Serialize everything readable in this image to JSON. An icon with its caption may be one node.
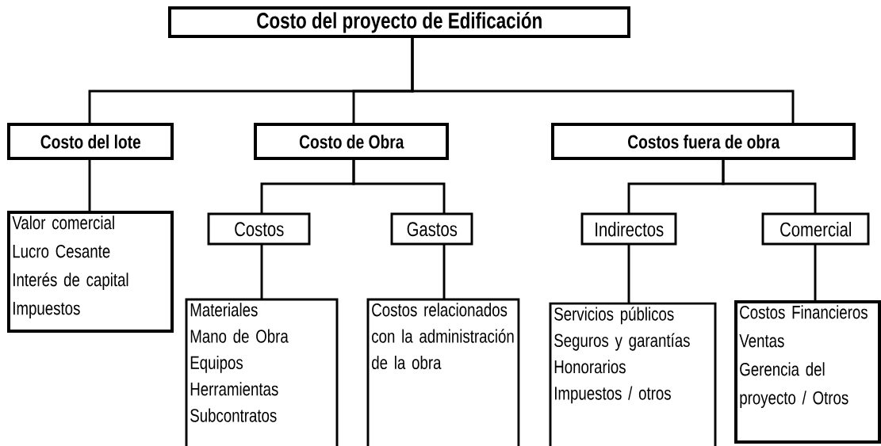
{
  "diagram": {
    "nodes": [
      {
        "text": [
          "Costo del proyecto de Edificación"
        ]
      },
      {
        "text": [
          "Costo del lote"
        ]
      },
      {
        "text": [
          "Costo de Obra"
        ]
      },
      {
        "text": [
          "Costos fuera de obra"
        ]
      },
      {
        "text": [
          "Valor comercial",
          "Lucro Cesante",
          "Interés de capital",
          "Impuestos"
        ]
      },
      {
        "text": [
          "Costos"
        ]
      },
      {
        "text": [
          "Gastos"
        ]
      },
      {
        "text": [
          "Materiales",
          "Mano de Obra",
          "Equipos",
          "Herramientas",
          "Subcontratos"
        ]
      },
      {
        "text": [
          "Costos relacionados con la administración de la obra"
        ]
      },
      {
        "text": [
          "Indirectos"
        ]
      },
      {
        "text": [
          "Comercial"
        ]
      },
      {
        "text": [
          "Servicios públicos",
          "Seguros y garantías",
          "Honorarios",
          "Impuestos / otros"
        ]
      },
      {
        "text": [
          "Costos Financieros",
          "Ventas",
          "Gerencia del proyecto / Otros"
        ]
      }
    ],
    "edges": [
      {
        "from": 0,
        "to": 1,
        "arrow": "none"
      },
      {
        "from": 0,
        "to": 2,
        "arrow": "none"
      },
      {
        "from": 0,
        "to": 3,
        "arrow": "none"
      },
      {
        "from": 1,
        "to": 4,
        "arrow": "none"
      },
      {
        "from": 2,
        "to": 5,
        "arrow": "none"
      },
      {
        "from": 2,
        "to": 6,
        "arrow": "none"
      },
      {
        "from": 5,
        "to": 7,
        "arrow": "none"
      },
      {
        "from": 6,
        "to": 8,
        "arrow": "none"
      },
      {
        "from": 3,
        "to": 9,
        "arrow": "none"
      },
      {
        "from": 3,
        "to": 10,
        "arrow": "none"
      },
      {
        "from": 9,
        "to": 11,
        "arrow": "none"
      },
      {
        "from": 10,
        "to": 12,
        "arrow": "none"
      }
    ]
  }
}
